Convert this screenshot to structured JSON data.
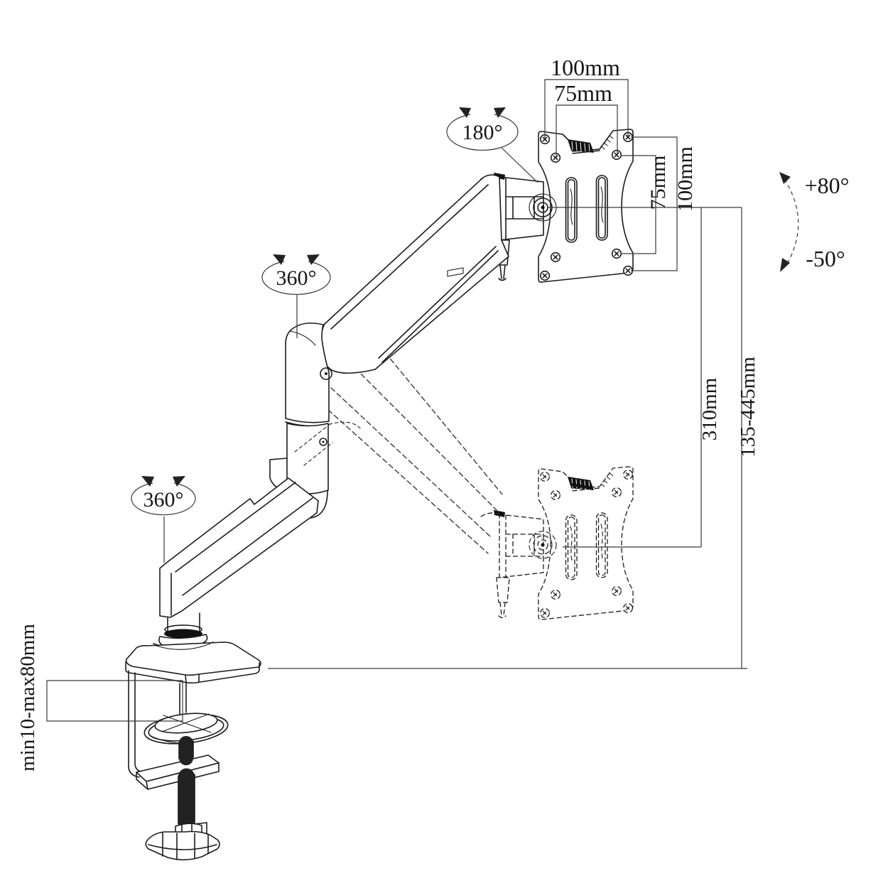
{
  "diagram": {
    "type": "technical-drawing",
    "subject": "gas-spring monitor arm desk mount",
    "colors": {
      "line": "#1b1b1b",
      "dim": "#3a3a3a",
      "background": "#ffffff"
    },
    "labels": {
      "vesa_width_outer": "100mm",
      "vesa_width_inner": "75mm",
      "vesa_height_inner": "75mm",
      "vesa_height_outer": "100mm",
      "head_swivel": "180°",
      "tilt_up": "+80°",
      "tilt_down": "-50°",
      "arm_rotation_upper": "360°",
      "arm_rotation_lower": "360°",
      "vertical_travel": "310mm",
      "height_range": "135-445mm",
      "clamp_range": "min10-max80mm"
    }
  }
}
